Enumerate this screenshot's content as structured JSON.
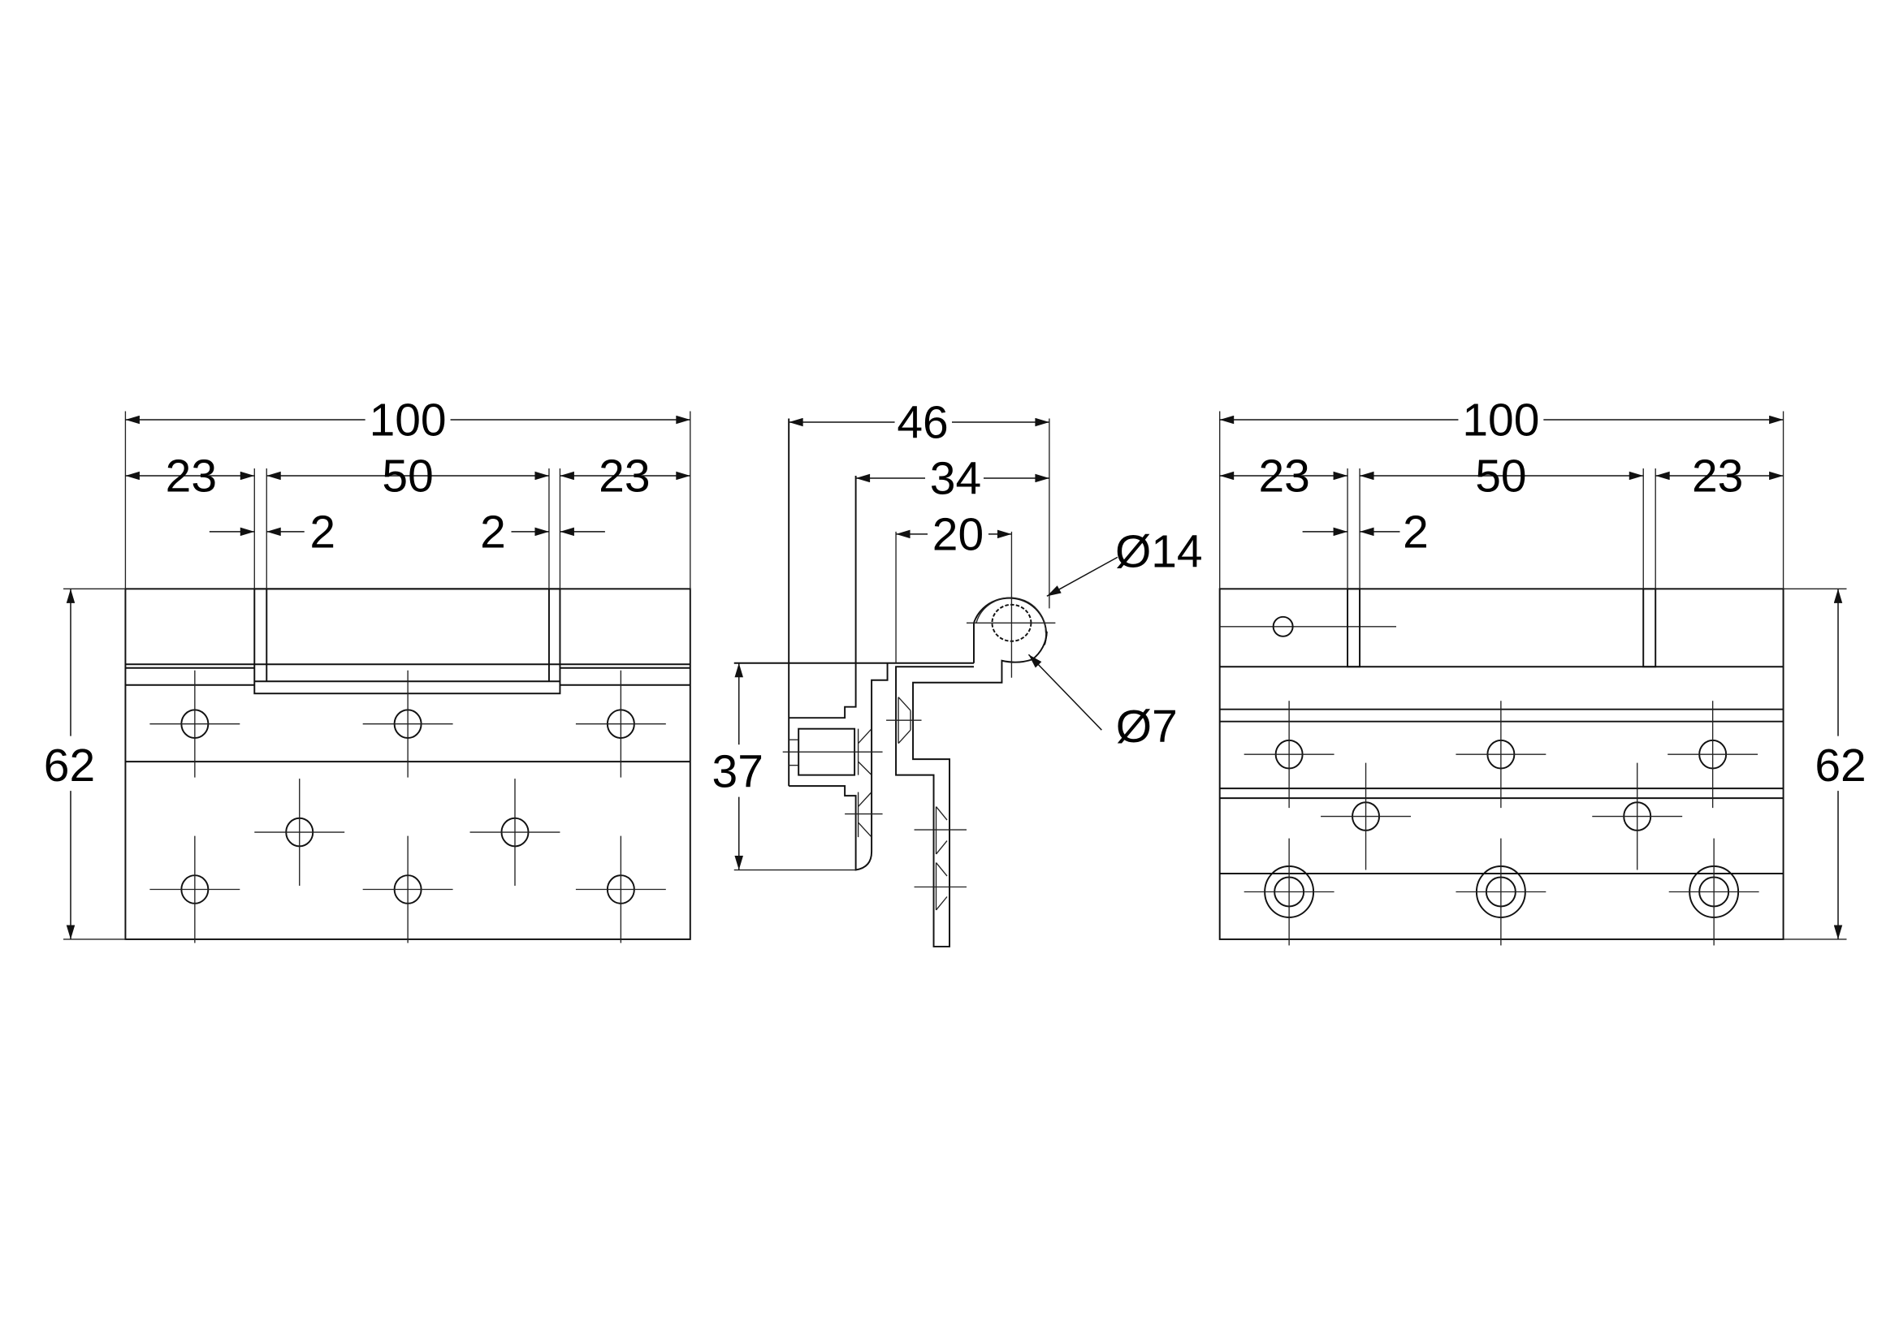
{
  "colors": {
    "line": "#111111",
    "background": "#ffffff"
  },
  "front_view": {
    "overall_width": "100",
    "left_segment": "23",
    "center_segment": "50",
    "right_segment": "23",
    "left_gap": "2",
    "right_gap": "2",
    "height": "62"
  },
  "side_view": {
    "overall_depth": "46",
    "leaf_offset": "34",
    "knuckle_offset": "20",
    "height": "37",
    "knuckle_outer_diameter": "Ø14",
    "pin_diameter": "Ø7"
  },
  "rear_view": {
    "overall_width": "100",
    "left_segment": "23",
    "center_segment": "50",
    "right_segment": "23",
    "left_gap": "2",
    "height": "62"
  }
}
